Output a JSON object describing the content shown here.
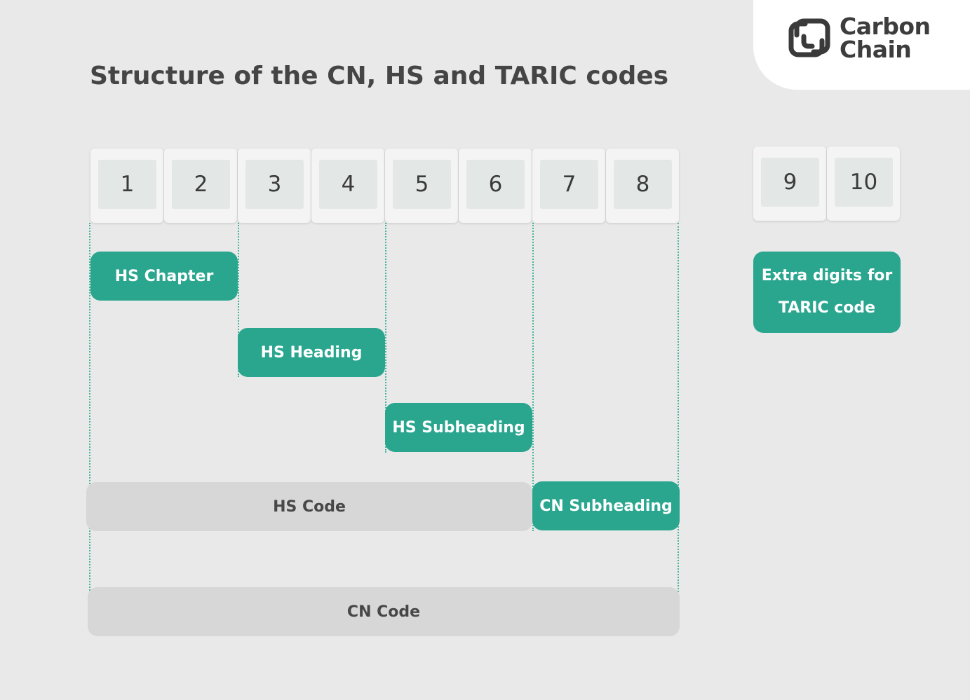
{
  "title": "Structure of the CN, HS and TARIC codes",
  "logo": {
    "line1": "Carbon",
    "line2": "Chain"
  },
  "digits": [
    "1",
    "2",
    "3",
    "4",
    "5",
    "6",
    "7",
    "8"
  ],
  "taric_digits": [
    "9",
    "10"
  ],
  "labels": {
    "hs_chapter": "HS Chapter",
    "hs_heading": "HS Heading",
    "hs_subheading": "HS Subheading",
    "hs_code": "HS Code",
    "cn_subheading": "CN Subheading",
    "cn_code": "CN Code",
    "taric_line1": "Extra digits for",
    "taric_line2": "TARIC code"
  },
  "colors": {
    "accent": "#2aa68f",
    "background": "#e9e9e9",
    "grey_bar": "#d7d7d7"
  }
}
